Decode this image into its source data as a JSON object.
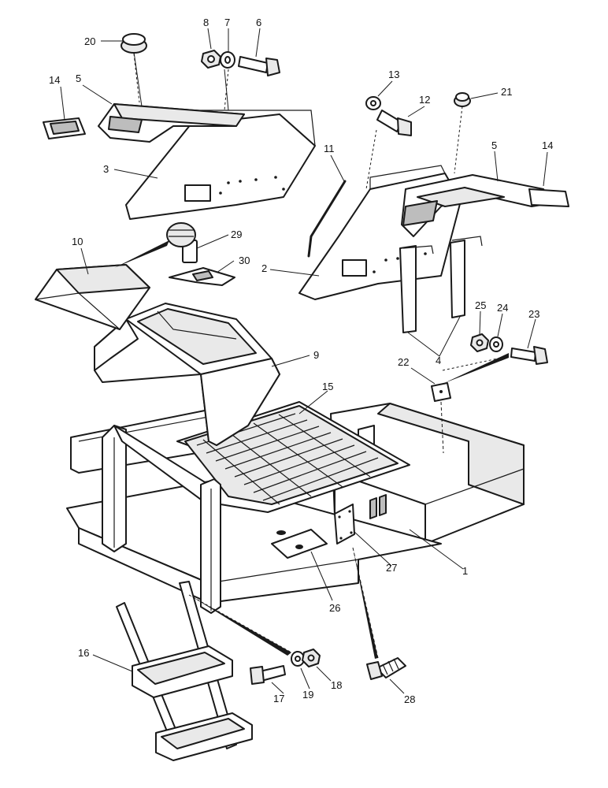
{
  "callouts": [
    {
      "id": "c20",
      "label": "20"
    },
    {
      "id": "c14a",
      "label": "14"
    },
    {
      "id": "c5a",
      "label": "5"
    },
    {
      "id": "c8",
      "label": "8"
    },
    {
      "id": "c7",
      "label": "7"
    },
    {
      "id": "c6",
      "label": "6"
    },
    {
      "id": "c13",
      "label": "13"
    },
    {
      "id": "c12",
      "label": "12"
    },
    {
      "id": "c21",
      "label": "21"
    },
    {
      "id": "c3",
      "label": "3"
    },
    {
      "id": "c11",
      "label": "11"
    },
    {
      "id": "c5b",
      "label": "5"
    },
    {
      "id": "c14b",
      "label": "14"
    },
    {
      "id": "c10",
      "label": "10"
    },
    {
      "id": "c29",
      "label": "29"
    },
    {
      "id": "c30",
      "label": "30"
    },
    {
      "id": "c2",
      "label": "2"
    },
    {
      "id": "c25",
      "label": "25"
    },
    {
      "id": "c24",
      "label": "24"
    },
    {
      "id": "c23",
      "label": "23"
    },
    {
      "id": "c9",
      "label": "9"
    },
    {
      "id": "c4",
      "label": "4"
    },
    {
      "id": "c22",
      "label": "22"
    },
    {
      "id": "c15",
      "label": "15"
    },
    {
      "id": "c1",
      "label": "1"
    },
    {
      "id": "c27",
      "label": "27"
    },
    {
      "id": "c26",
      "label": "26"
    },
    {
      "id": "c16",
      "label": "16"
    },
    {
      "id": "c18",
      "label": "18"
    },
    {
      "id": "c19",
      "label": "19"
    },
    {
      "id": "c17",
      "label": "17"
    },
    {
      "id": "c28",
      "label": "28"
    }
  ]
}
